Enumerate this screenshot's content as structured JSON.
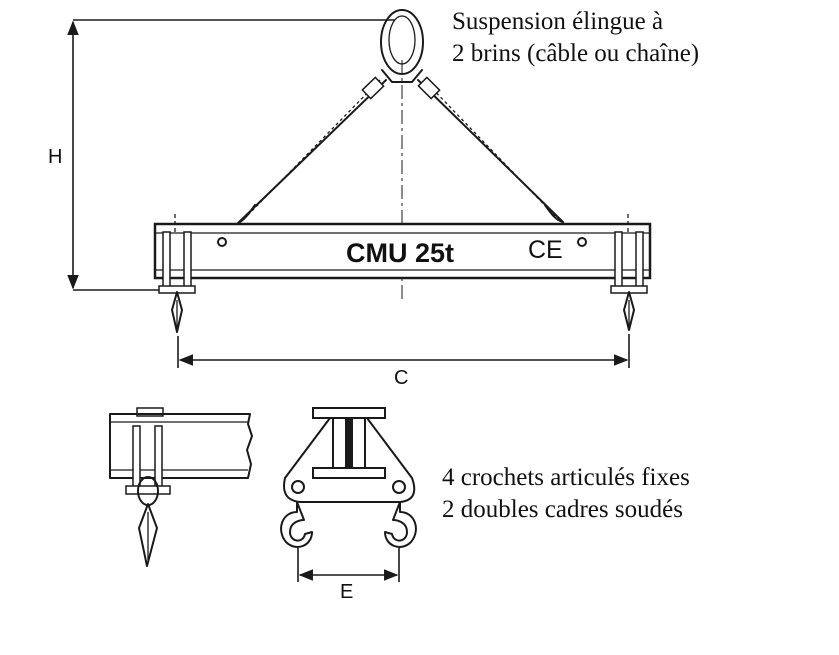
{
  "captions": {
    "suspension_line1": "Suspension élingue à",
    "suspension_line2": "2 brins (câble ou chaîne)",
    "hooks_line1": "4 crochets articulés fixes",
    "hooks_line2": "2 doubles cadres soudés"
  },
  "beam": {
    "capacity_label": "CMU 25t",
    "mark": "CE"
  },
  "dimensions": {
    "height": "H",
    "hook_span": "C",
    "hook_gap": "E"
  }
}
